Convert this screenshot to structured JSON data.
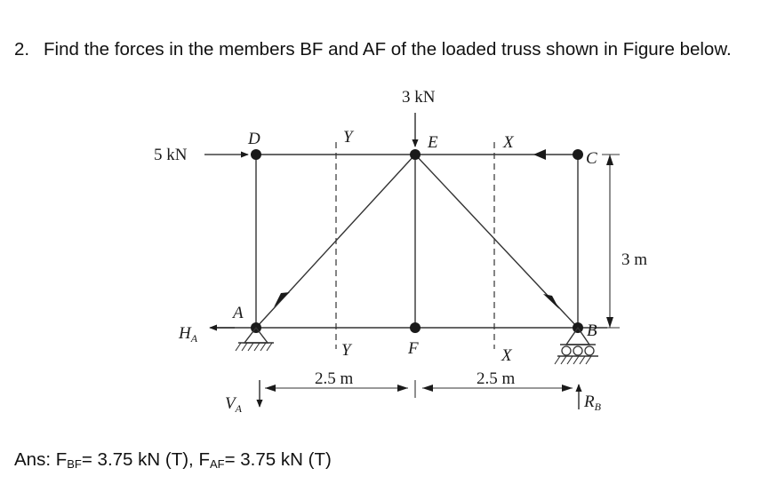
{
  "question": {
    "number": "2.",
    "text": "Find the forces in the members BF and AF of the loaded truss shown in Figure below."
  },
  "figure": {
    "load_top": "3 kN",
    "load_left": "5 kN",
    "node_labels": {
      "A": "A",
      "B": "B",
      "C": "C",
      "D": "D",
      "E": "E",
      "F": "F"
    },
    "section_labels": {
      "Y_top": "Y",
      "Y_bottom": "Y",
      "X_top": "X",
      "X_bottom": "X"
    },
    "reaction_labels": {
      "HA_main": "H",
      "HA_sub": "A",
      "VA_main": "V",
      "VA_sub": "A",
      "RB_main": "R",
      "RB_sub": "B"
    },
    "dimensions": {
      "span_left": "2.5 m",
      "span_right": "2.5 m",
      "height": "3 m"
    }
  },
  "answer": {
    "prefix": "Ans: F",
    "bf_sub": "BF",
    "bf_value": "= 3.75 kN (T), F",
    "af_sub": "AF",
    "af_value": "= 3.75 kN (T)"
  }
}
